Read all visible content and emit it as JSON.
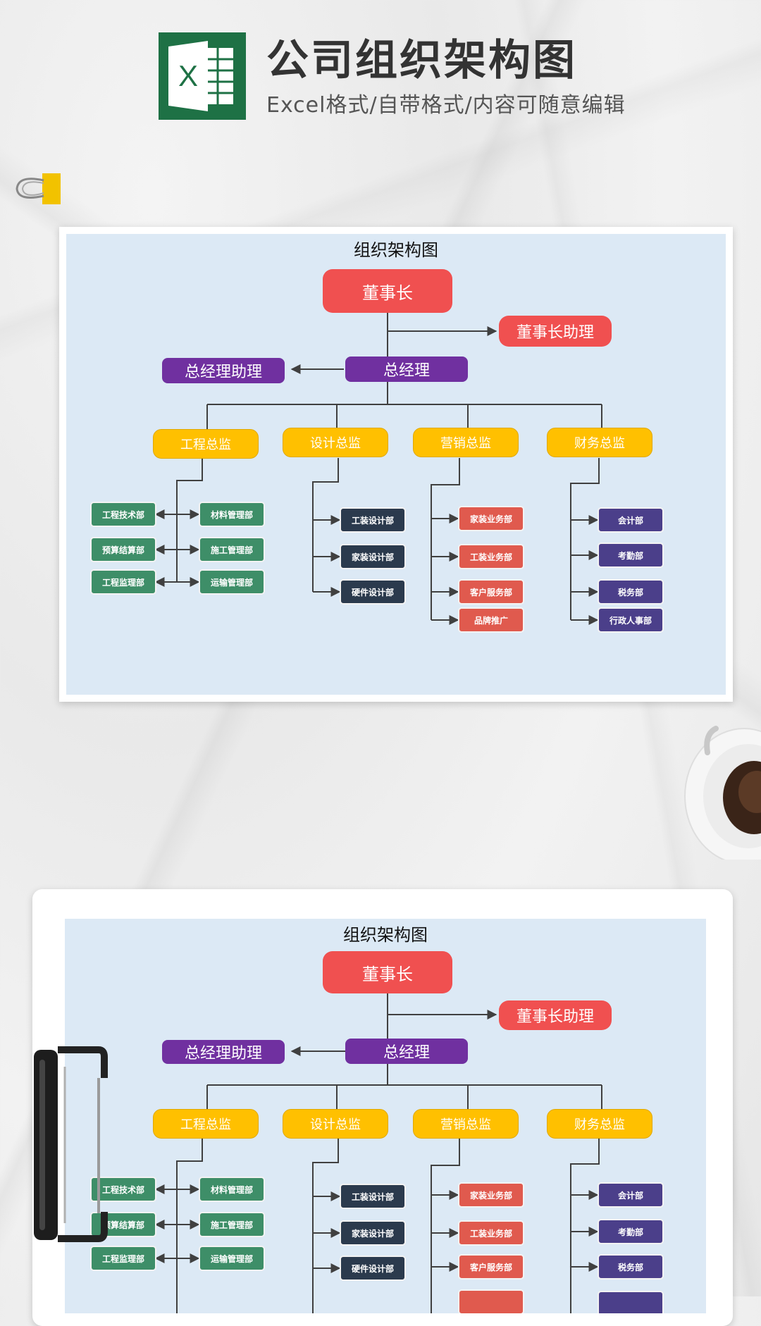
{
  "header": {
    "title": "公司组织架构图",
    "subtitle": "Excel格式/自带格式/内容可随意编辑",
    "logo_letter": "X"
  },
  "colors": {
    "red": "#f05050",
    "purple": "#7030a0",
    "yellow": "#ffc000",
    "green": "#3e8e68",
    "navy": "#2b3a4d",
    "coral": "#e05a4e",
    "indigo": "#4b3f8a",
    "sheet_bg": "#dce9f5",
    "excel_green": "#1e7145"
  },
  "org": {
    "title": "组织架构图",
    "chairman": "董事长",
    "chairman_assistant": "董事长助理",
    "gm": "总经理",
    "gm_assistant": "总经理助理",
    "directors": [
      "工程总监",
      "设计总监",
      "营销总监",
      "财务总监"
    ],
    "engineering_left": [
      "工程技术部",
      "预算结算部",
      "工程监理部"
    ],
    "engineering_right": [
      "材料管理部",
      "施工管理部",
      "运输管理部"
    ],
    "design": [
      "工装设计部",
      "家装设计部",
      "硬件设计部"
    ],
    "marketing": [
      "家装业务部",
      "工装业务部",
      "客户服务部",
      "品牌推广"
    ],
    "finance": [
      "会计部",
      "考勤部",
      "税务部",
      "行政人事部"
    ]
  }
}
